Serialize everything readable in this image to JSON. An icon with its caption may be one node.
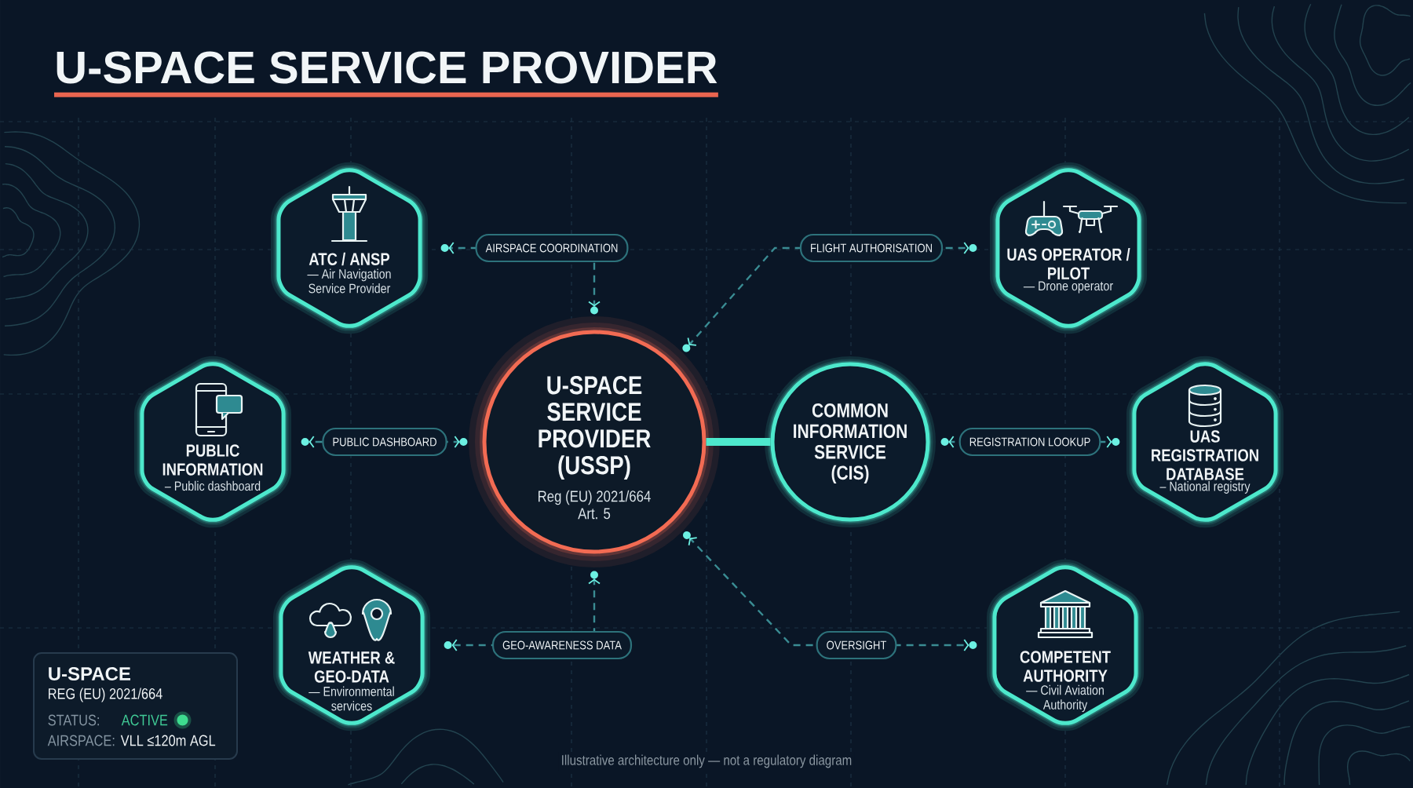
{
  "diagram": {
    "title": "U-SPACE SERVICE PROVIDER",
    "caption": "Illustrative architecture only — not a regulatory diagram",
    "nodes": [
      {
        "text": [
          "ATC / ANSP",
          "— Air Navigation Service Provider"
        ]
      },
      {
        "text": [
          "UAS OPERATOR / PILOT",
          "— Drone operator"
        ]
      },
      {
        "text": [
          "PUBLIC INFORMATION",
          "– Public dashboard"
        ]
      },
      {
        "text": [
          "U-SPACE SERVICE PROVIDER (USSP)",
          "Reg (EU) 2021/664 Art. 5"
        ]
      },
      {
        "text": [
          "COMMON INFORMATION SERVICE (CIS)"
        ]
      },
      {
        "text": [
          "UAS REGISTRATION DATABASE",
          "– National registry"
        ]
      },
      {
        "text": [
          "WEATHER & GEO-DATA",
          "— Environmental services"
        ]
      },
      {
        "text": [
          "COMPETENT AUTHORITY",
          "— Civil Aviation Authority"
        ]
      },
      {
        "text": [
          "U-SPACE",
          "REG (EU) 2021/664",
          "STATUS:",
          "ACTIVE",
          "AIRSPACE:",
          "VLL ≤120m AGL"
        ]
      }
    ],
    "edges": [
      {
        "from": 3,
        "to": 0,
        "arrow": "both",
        "label": "AIRSPACE COORDINATION",
        "style": "dashed"
      },
      {
        "from": 3,
        "to": 1,
        "arrow": "both",
        "label": "FLIGHT AUTHORISATION",
        "style": "dashed"
      },
      {
        "from": 3,
        "to": 2,
        "arrow": "both",
        "label": "PUBLIC DASHBOARD",
        "style": "dashed"
      },
      {
        "from": 3,
        "to": 4,
        "arrow": "none",
        "style": "thick",
        "color": "#4de8cc"
      },
      {
        "from": 4,
        "to": 5,
        "arrow": "both",
        "label": "REGISTRATION LOOKUP",
        "style": "dashed"
      },
      {
        "from": 3,
        "to": 6,
        "arrow": "both",
        "label": "GEO-AWARENESS DATA",
        "style": "dashed"
      },
      {
        "from": 3,
        "to": 7,
        "arrow": "both",
        "label": "OVERSIGHT",
        "style": "dashed"
      }
    ]
  }
}
